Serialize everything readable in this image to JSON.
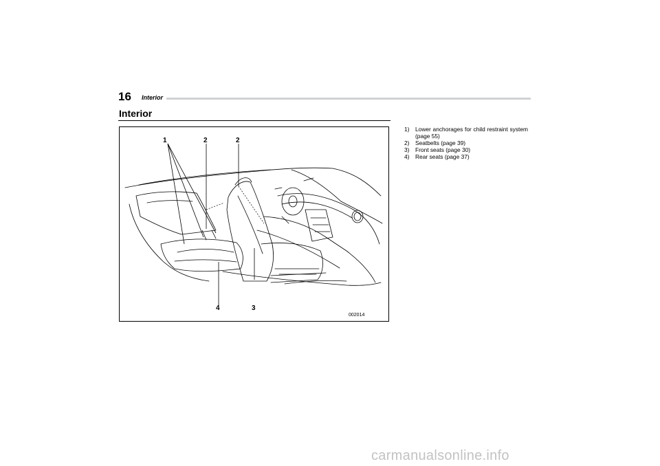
{
  "header": {
    "page_number": "16",
    "section": "Interior"
  },
  "title": "Interior",
  "figure": {
    "labels": [
      "1",
      "2",
      "2",
      "4",
      "3"
    ],
    "code": "002014"
  },
  "legend": [
    {
      "num": "1)",
      "text": "Lower anchorages for child restraint system (page 55)"
    },
    {
      "num": "2)",
      "text": "Seatbelts (page 39)"
    },
    {
      "num": "3)",
      "text": "Front seats (page 30)"
    },
    {
      "num": "4)",
      "text": "Rear seats (page 37)"
    }
  ],
  "footer": {
    "watermark": "carmanualsonline.info"
  }
}
